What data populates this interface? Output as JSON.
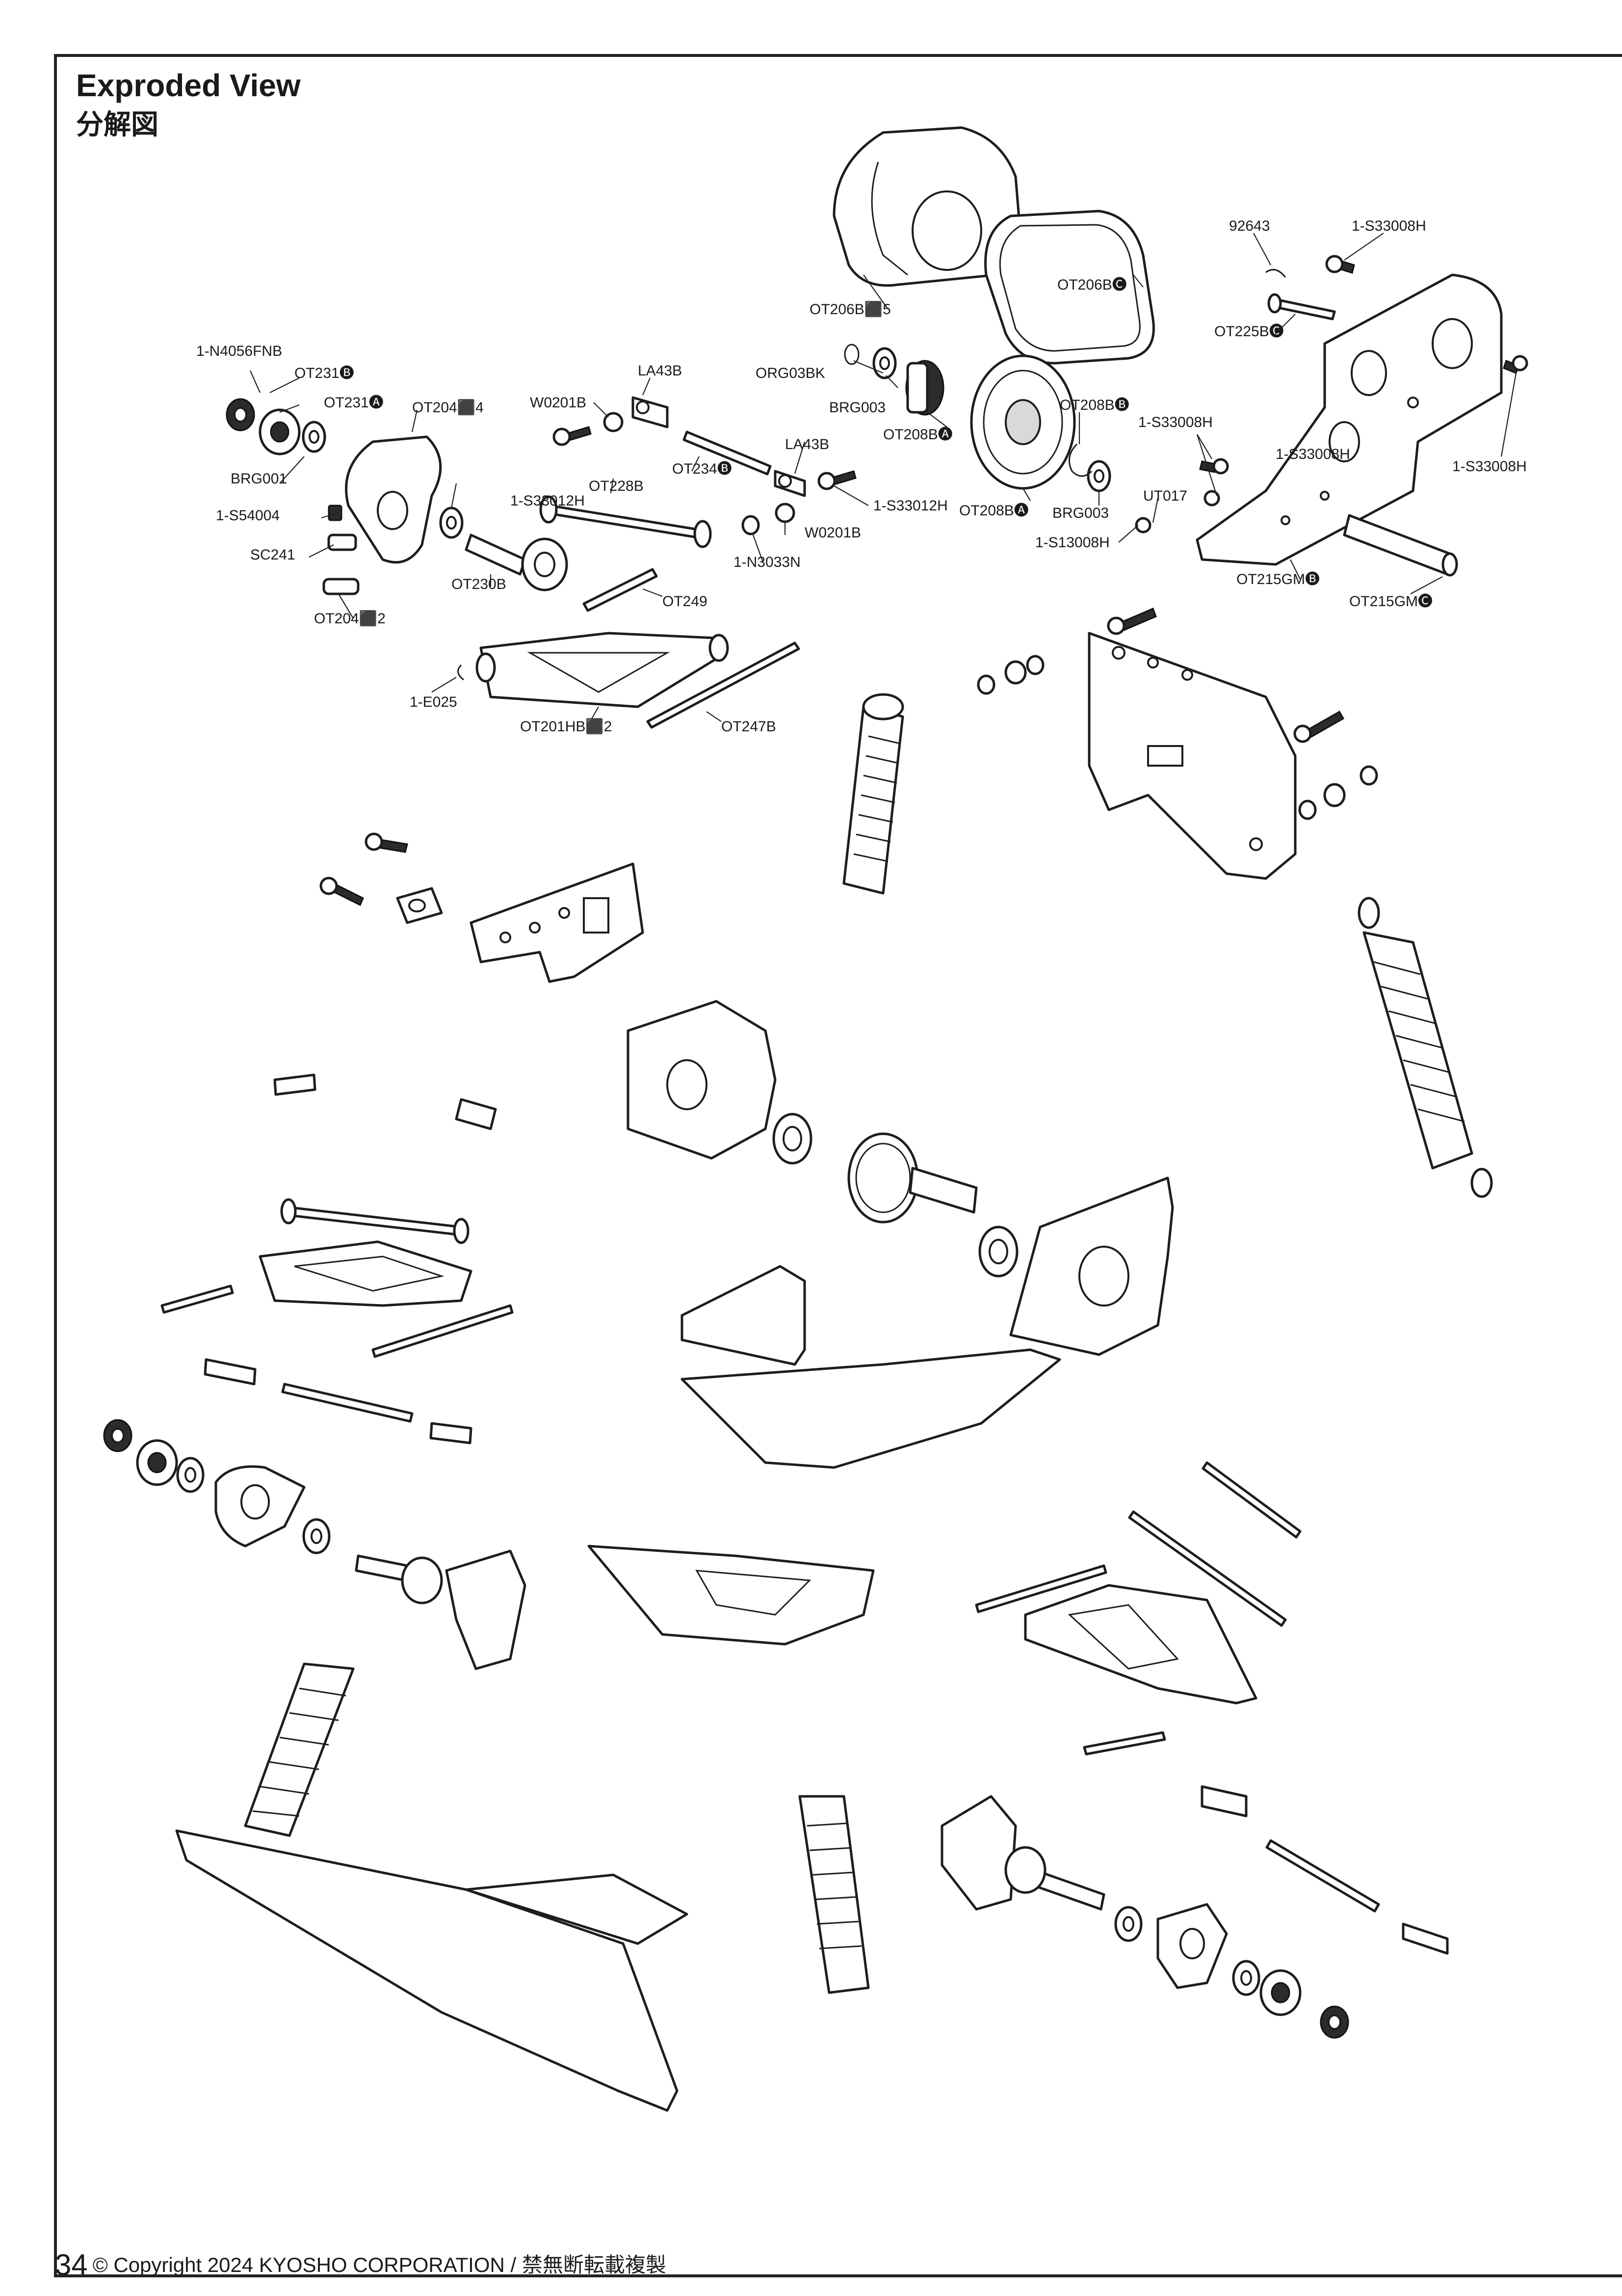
{
  "header": {
    "title_en": "Exproded View",
    "title_ja": "分解図"
  },
  "footer": {
    "page_number": "34",
    "copyright": "© Copyright 2024 KYOSHO CORPORATION / 禁無断転載複製"
  },
  "callouts": [
    "92643",
    "1-S33008H",
    "OT206B⬛5",
    "OT206B🅒",
    "OT225B🅒",
    "1-S33008H",
    "ORG03BK",
    "BRG003",
    "OT208B🅐",
    "OT208B🅑",
    "OT208B🅐",
    "BRG003",
    "1-S33008H",
    "UT017",
    "1-S13008H",
    "OT215GM🅑",
    "OT215GM🅒",
    "1-S33008H",
    "1-N4056FNB",
    "OT231🅑",
    "OT231🅐",
    "OT204⬛4",
    "W0201B",
    "LA43B",
    "BRG001",
    "1-S33012H",
    "OT228B",
    "OT234🅑",
    "LA43B",
    "1-S33012H",
    "W0201B",
    "1-N3033N",
    "1-S54004",
    "SC241",
    "OT230B",
    "OT249",
    "OT204⬛2",
    "1-E025",
    "OT201HB⬛2",
    "OT247B"
  ]
}
